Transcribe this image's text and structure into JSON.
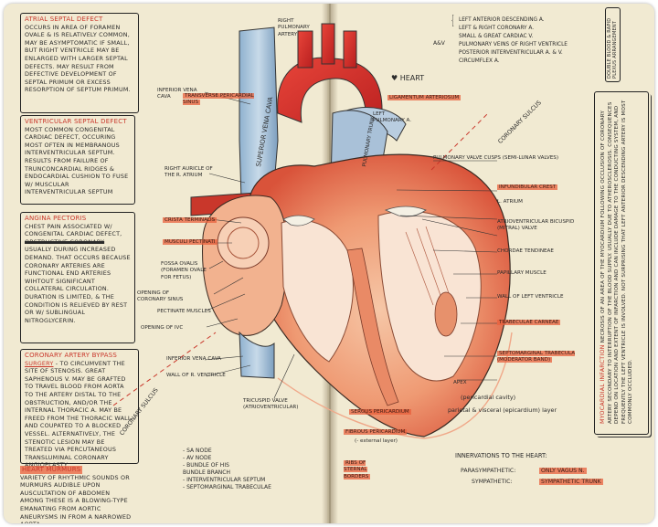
{
  "left_notes": {
    "atrial": {
      "title": "Atrial Septal Defect",
      "body": "occurs in area of foramen ovale & is relatively common, may be asymptomatic if small, but right ventricle may be enlarged with larger septal defects. May result from defective development of septal primum or excess resorption of septum primum."
    },
    "ventricular": {
      "title": "Ventricular Septal Defect",
      "body": "Most common congenital cardiac defect, occuring most often in membranous interventricular septum. Results from failure of trunconcardial ridges & endocardial cushion to fuse w/ muscular interventricular septum"
    },
    "angina": {
      "title": "Angina Pectoris",
      "body1": "Chest pain associated w/ congenital cardiac defect,",
      "struck": "obstructive coronary",
      "body2": "usually during increased demand. That occurs because coronary arteries are functional end arteries wihtout significant collateral circulation. Duration is limited, & the condition is relieved by rest or w/ sublingual nitroglycerin."
    },
    "bypass": {
      "title": "Coronary Artery Bypass",
      "underline": "surgery",
      "body": "- to circumvent the site of stenosis. Great saphenous v. may be grafted to travel blood from aorta to the artery distal to the obstruction, and/or the internal thoracic a. may be freed from the thoracic wall and coupated to a blocked vessel. Alternatively, the stenotic lesion may be treated via percutaneous transluminal coronary angioplasty"
    },
    "murmurs": {
      "title": "Heart Murmurs",
      "body": "Variety of rhythmic sounds or murmurs audible upon auscultation of abdomen among these is a blowing-type emanating from aortic aneurysms in from a narrowed aorta."
    }
  },
  "labels_left": {
    "ivc_tl": "Inferior vena cava",
    "r_pulm": "Right pulmonary artery",
    "transverse": "Transverse pericardial sinus",
    "superior_vc": "Superior vena cava",
    "r_auricle": "Right auricle of the R. atrium",
    "crista": "Crista terminalis",
    "musculi": "Musculi pectinati",
    "fossa": "Fossa ovalis (foramen ovale for fetus)",
    "coronary_sinus_open": "Opening of coronary sinus",
    "pectinate": "Pectinate muscles",
    "opening_ivc": "Opening of IVC",
    "inf_vc": "Inferior vena cava",
    "wall_rv": "Wall of R. ventricle",
    "tricuspid": "Tricuspid valve (Atrioventricular)",
    "coronary_sulcus": "Coronary sulcus",
    "conduction": [
      "- SA node",
      "- AV node",
      "- Bundle of his",
      "  Bundle branch",
      "- Interventricular septum",
      "- Septomarginal trabeculae"
    ]
  },
  "labels_right": {
    "arteries": [
      "Left anterior descending a.",
      "Left & right coronary a.",
      "Small & great cardiac v.",
      "Pulmonary veins of right ventricle",
      "Posterior interventricular a. & v.",
      "Circumflex a."
    ],
    "brace": "A&V",
    "heart_title": "Heart",
    "lig_art": "Ligamentum arteriosum",
    "left_pulm": "Left pulmonary a.",
    "pulm_trunk": "Pulmonary trunk",
    "coronary_sulcus": "Coronary sulcus",
    "pulm_valve": "Pulmonary valve cusps (semi-lunar valves)",
    "infundibular": "Infundibular crest",
    "l_atrium": "L. atrium",
    "mitral": "Atrioventricular bicuspid (mitral) valve",
    "chordae": "Chordae tendineae",
    "papillary": "Papillary muscle",
    "wall_lv": "Wall of left ventricle",
    "trabeculae": "Trabeculae carneae",
    "septomarginal": "Septomarginal trabecula (moderator band)",
    "apex": "Apex",
    "pericardial_cavity": "(pericardial cavity)",
    "parietal": "parietal & visceral (epicardium) layer",
    "serous": "Serous pericardium",
    "fibrous": "Fibrous pericardium",
    "fibrous_sub": "(- external layer)",
    "innervations_title": "Innervations to the heart:",
    "parasympathetic": "Parasympathetic:",
    "parasym_val": "Only vagus n.",
    "sympathetic": "Sympathetic:",
    "sym_val": "Sympathetic trunk",
    "ribs": "Ribs of sternal borders",
    "infarction_title": "Myocardial Infarction",
    "infarction_body": "Necrosis of an area of the myocardium following occlusion of coronary artery secondary to interruption of the blood supply. Usually due to atherosclerosis. Consequences depend on location and extent of infarction and can include damage to the conducting system, and frequently the left ventricle is involved. Not surprising that left anterior descending artery is most commonly occluded.",
    "side_note": "Double Blood & Rapid Plexus Arrangement"
  }
}
